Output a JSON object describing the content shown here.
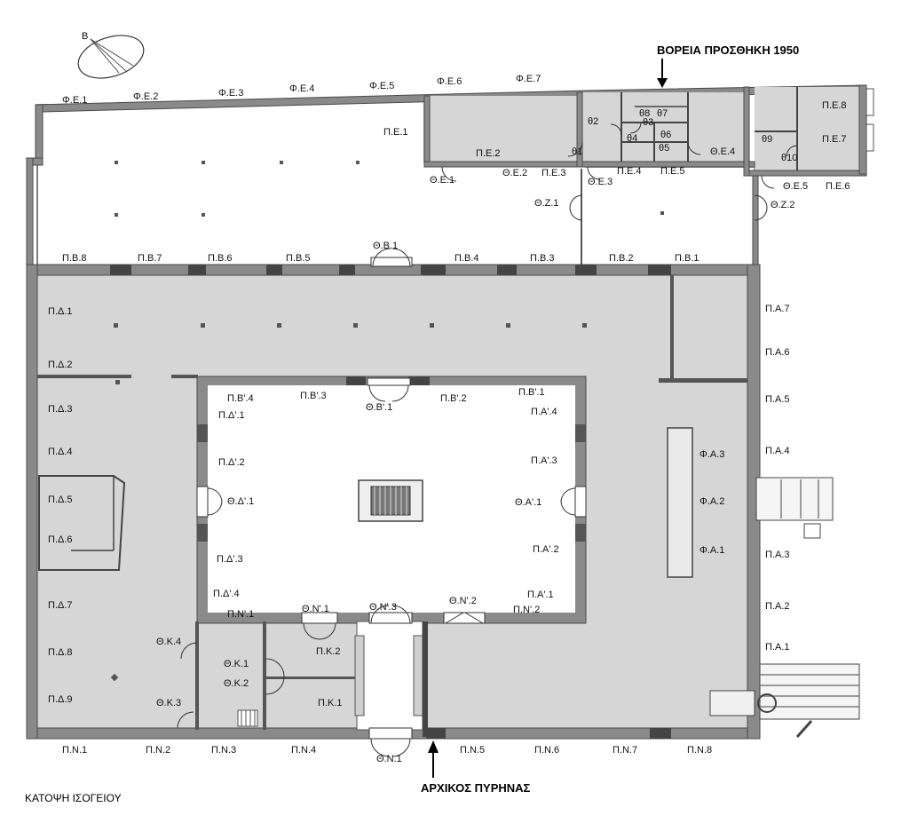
{
  "north_title": "ΒΟΡΕΙΑ ΠΡΟΣΘΗΚΗ 1950",
  "core_title": "ΑΡΧΙΚΟΣ ΠΥΡΗΝΑΣ",
  "caption": "ΚΑΤΟΨΗ ΙΣΟΓΕΙΟΥ",
  "compass": "B",
  "labels": {
    "fe1": "Φ.Ε.1",
    "fe2": "Φ.Ε.2",
    "fe3": "Φ.Ε.3",
    "fe4": "Φ.Ε.4",
    "fe5": "Φ.Ε.5",
    "fe6": "Φ.Ε.6",
    "fe7": "Φ.Ε.7",
    "pe1": "Π.Ε.1",
    "pe2": "Π.Ε.2",
    "pe3": "Π.Ε.3",
    "pe4": "Π.Ε.4",
    "pe5": "Π.Ε.5",
    "pe6": "Π.Ε.6",
    "pe7": "Π.Ε.7",
    "pe8": "Π.Ε.8",
    "te1": "Θ.Ε.1",
    "te2": "Θ.Ε.2",
    "te3": "Θ.Ε.3",
    "te4": "Θ.Ε.4",
    "te5": "Θ.Ε.5",
    "tz1": "Θ.Ζ.1",
    "tz2": "Θ.Ζ.2",
    "th1": "θ1",
    "th2": "θ2",
    "th3": "θ3",
    "th4": "θ4",
    "th5": "θ5",
    "th6": "θ6",
    "th7": "θ7",
    "th8": "θ8",
    "th9": "θ9",
    "th10": "θ10",
    "pb1": "Π.Β.1",
    "pb2": "Π.Β.2",
    "pb3": "Π.Β.3",
    "pb4": "Π.Β.4",
    "pb5": "Π.Β.5",
    "pb6": "Π.Β.6",
    "pb7": "Π.Β.7",
    "pb8": "Π.Β.8",
    "tb1": "Θ.Β.1",
    "pd1": "Π.Δ.1",
    "pd2": "Π.Δ.2",
    "pd3": "Π.Δ.3",
    "pd4": "Π.Δ.4",
    "pd5": "Π.Δ.5",
    "pd6": "Π.Δ.6",
    "pd7": "Π.Δ.7",
    "pd8": "Π.Δ.8",
    "pd9": "Π.Δ.9",
    "pa1": "Π.Α.1",
    "pa2": "Π.Α.2",
    "pa3": "Π.Α.3",
    "pa4": "Π.Α.4",
    "pa5": "Π.Α.5",
    "pa6": "Π.Α.6",
    "pa7": "Π.Α.7",
    "fa1": "Φ.Α.1",
    "fa2": "Φ.Α.2",
    "fa3": "Φ.Α.3",
    "pbp1": "Π.Β'.1",
    "pbp2": "Π.Β'.2",
    "pbp3": "Π.Β'.3",
    "pbp4": "Π.Β'.4",
    "tbp1": "Θ.Β'.1",
    "pdp1": "Π.Δ'.1",
    "pdp2": "Π.Δ'.2",
    "pdp3": "Π.Δ'.3",
    "pdp4": "Π.Δ'.4",
    "tdp1": "Θ.Δ'.1",
    "pap1": "Π.Α'.1",
    "pap2": "Π.Α'.2",
    "pap3": "Π.Α'.3",
    "pap4": "Π.Α'.4",
    "tap1": "Θ.Α'.1",
    "pnp1": "Π.Ν'.1",
    "pnp2": "Π.Ν'.2",
    "tnp1": "Θ.Ν'.1",
    "tnp2": "Θ.Ν'.2",
    "tnp3": "Θ.Ν'.3",
    "tk1": "Θ.Κ.1",
    "tk2": "Θ.Κ.2",
    "tk3": "Θ.Κ.3",
    "tk4": "Θ.Κ.4",
    "pk1": "Π.Κ.1",
    "pk2": "Π.Κ.2",
    "pn1": "Π.Ν.1",
    "pn2": "Π.Ν.2",
    "pn3": "Π.Ν.3",
    "pn4": "Π.Ν.4",
    "pn5": "Π.Ν.5",
    "pn6": "Π.Ν.6",
    "pn7": "Π.Ν.7",
    "pn8": "Π.Ν.8",
    "tn1": "Θ.Ν.1"
  }
}
